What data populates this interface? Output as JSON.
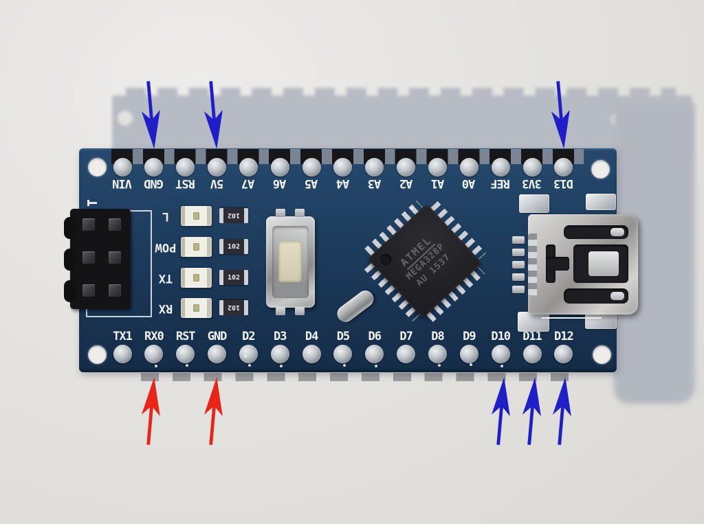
{
  "board": {
    "top_pins": [
      "VIN",
      "GND",
      "RST",
      "5V",
      "A7",
      "A6",
      "A5",
      "A4",
      "A3",
      "A2",
      "A1",
      "A0",
      "REF",
      "3V3",
      "D13"
    ],
    "bottom_pins": [
      "TX1",
      "RX0",
      "RST",
      "GND",
      "D2",
      "D3",
      "D4",
      "D5",
      "D6",
      "D7",
      "D8",
      "D9",
      "D10",
      "D11",
      "D12"
    ],
    "led_labels": [
      "L",
      "POW",
      "TX",
      "RX"
    ],
    "resistor_codes": [
      "102",
      "102",
      "102",
      "102"
    ],
    "chip": {
      "brand": "ATMEL",
      "part": "MEGA328P",
      "lot": "AU 1537"
    },
    "colors": {
      "pcb": "#1e3e5f",
      "background": "#e4e2df",
      "arrow_blue": "#1f1fc8",
      "arrow_red": "#e82517"
    }
  },
  "annotation_arrows": {
    "top": [
      {
        "color": "blue",
        "pin": "GND"
      },
      {
        "color": "blue",
        "pin": "5V"
      },
      {
        "color": "blue",
        "pin": "D13"
      }
    ],
    "bottom": [
      {
        "color": "red",
        "pin": "RX0"
      },
      {
        "color": "red",
        "pin": "GND"
      },
      {
        "color": "blue",
        "pin": "D10"
      },
      {
        "color": "blue",
        "pin": "D11"
      },
      {
        "color": "blue",
        "pin": "D12"
      }
    ]
  }
}
